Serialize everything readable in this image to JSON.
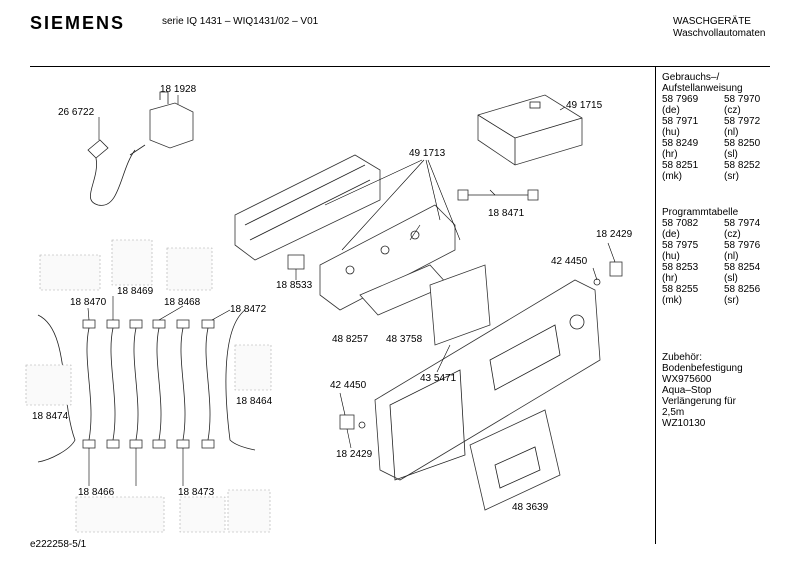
{
  "header": {
    "brand": "SIEMENS",
    "series": "serie IQ 1431 – WIQ1431/02 – V01",
    "category_line1": "WASCHGERÄTE",
    "category_line2": "Waschvollautomaten"
  },
  "sidebar": {
    "manual_title_line1": "Gebrauchs–/",
    "manual_title_line2": "Aufstellanweisung",
    "manual_rows": [
      [
        "58 7969",
        "58 7970"
      ],
      [
        "(de)",
        "(cz)"
      ],
      [
        "58 7971",
        "58 7972"
      ],
      [
        "(hu)",
        "(nl)"
      ],
      [
        "58 8249",
        "58 8250"
      ],
      [
        "(hr)",
        "(sl)"
      ],
      [
        "58 8251",
        "58 8252"
      ],
      [
        "(mk)",
        "(sr)"
      ]
    ],
    "program_title": "Programmtabelle",
    "program_rows": [
      [
        "58 7082",
        "58 7974"
      ],
      [
        "(de)",
        "(cz)"
      ],
      [
        "58 7975",
        "58 7976"
      ],
      [
        "(hu)",
        "(nl)"
      ],
      [
        "58 8253",
        "58 8254"
      ],
      [
        "(hr)",
        "(sl)"
      ],
      [
        "58 8255",
        "58 8256"
      ],
      [
        "(mk)",
        "(sr)"
      ]
    ],
    "accessories": [
      "Zubehör:",
      "Bodenbefestigung",
      "WX975600",
      "Aqua–Stop",
      "Verlängerung für",
      "2,5m",
      "WZ10130"
    ]
  },
  "labels": {
    "p181928": "18 1928",
    "p266722": "26 6722",
    "p491715": "49 1715",
    "p491713": "49 1713",
    "p188471": "18 8471",
    "p188533": "18 8533",
    "p182429a": "18 2429",
    "p424450a": "42 4450",
    "p188470": "18 8470",
    "p188469": "18 8469",
    "p188468": "18 8468",
    "p188472": "18 8472",
    "p488257": "48 8257",
    "p483758": "48 3758",
    "p188474": "18 8474",
    "p188464": "18 8464",
    "p424450b": "42 4450",
    "p435471": "43 5471",
    "p182429b": "18 2429",
    "p188466": "18 8466",
    "p188473": "18 8473",
    "p483639": "48 3639"
  },
  "footer": {
    "code": "e222258-5/1"
  }
}
